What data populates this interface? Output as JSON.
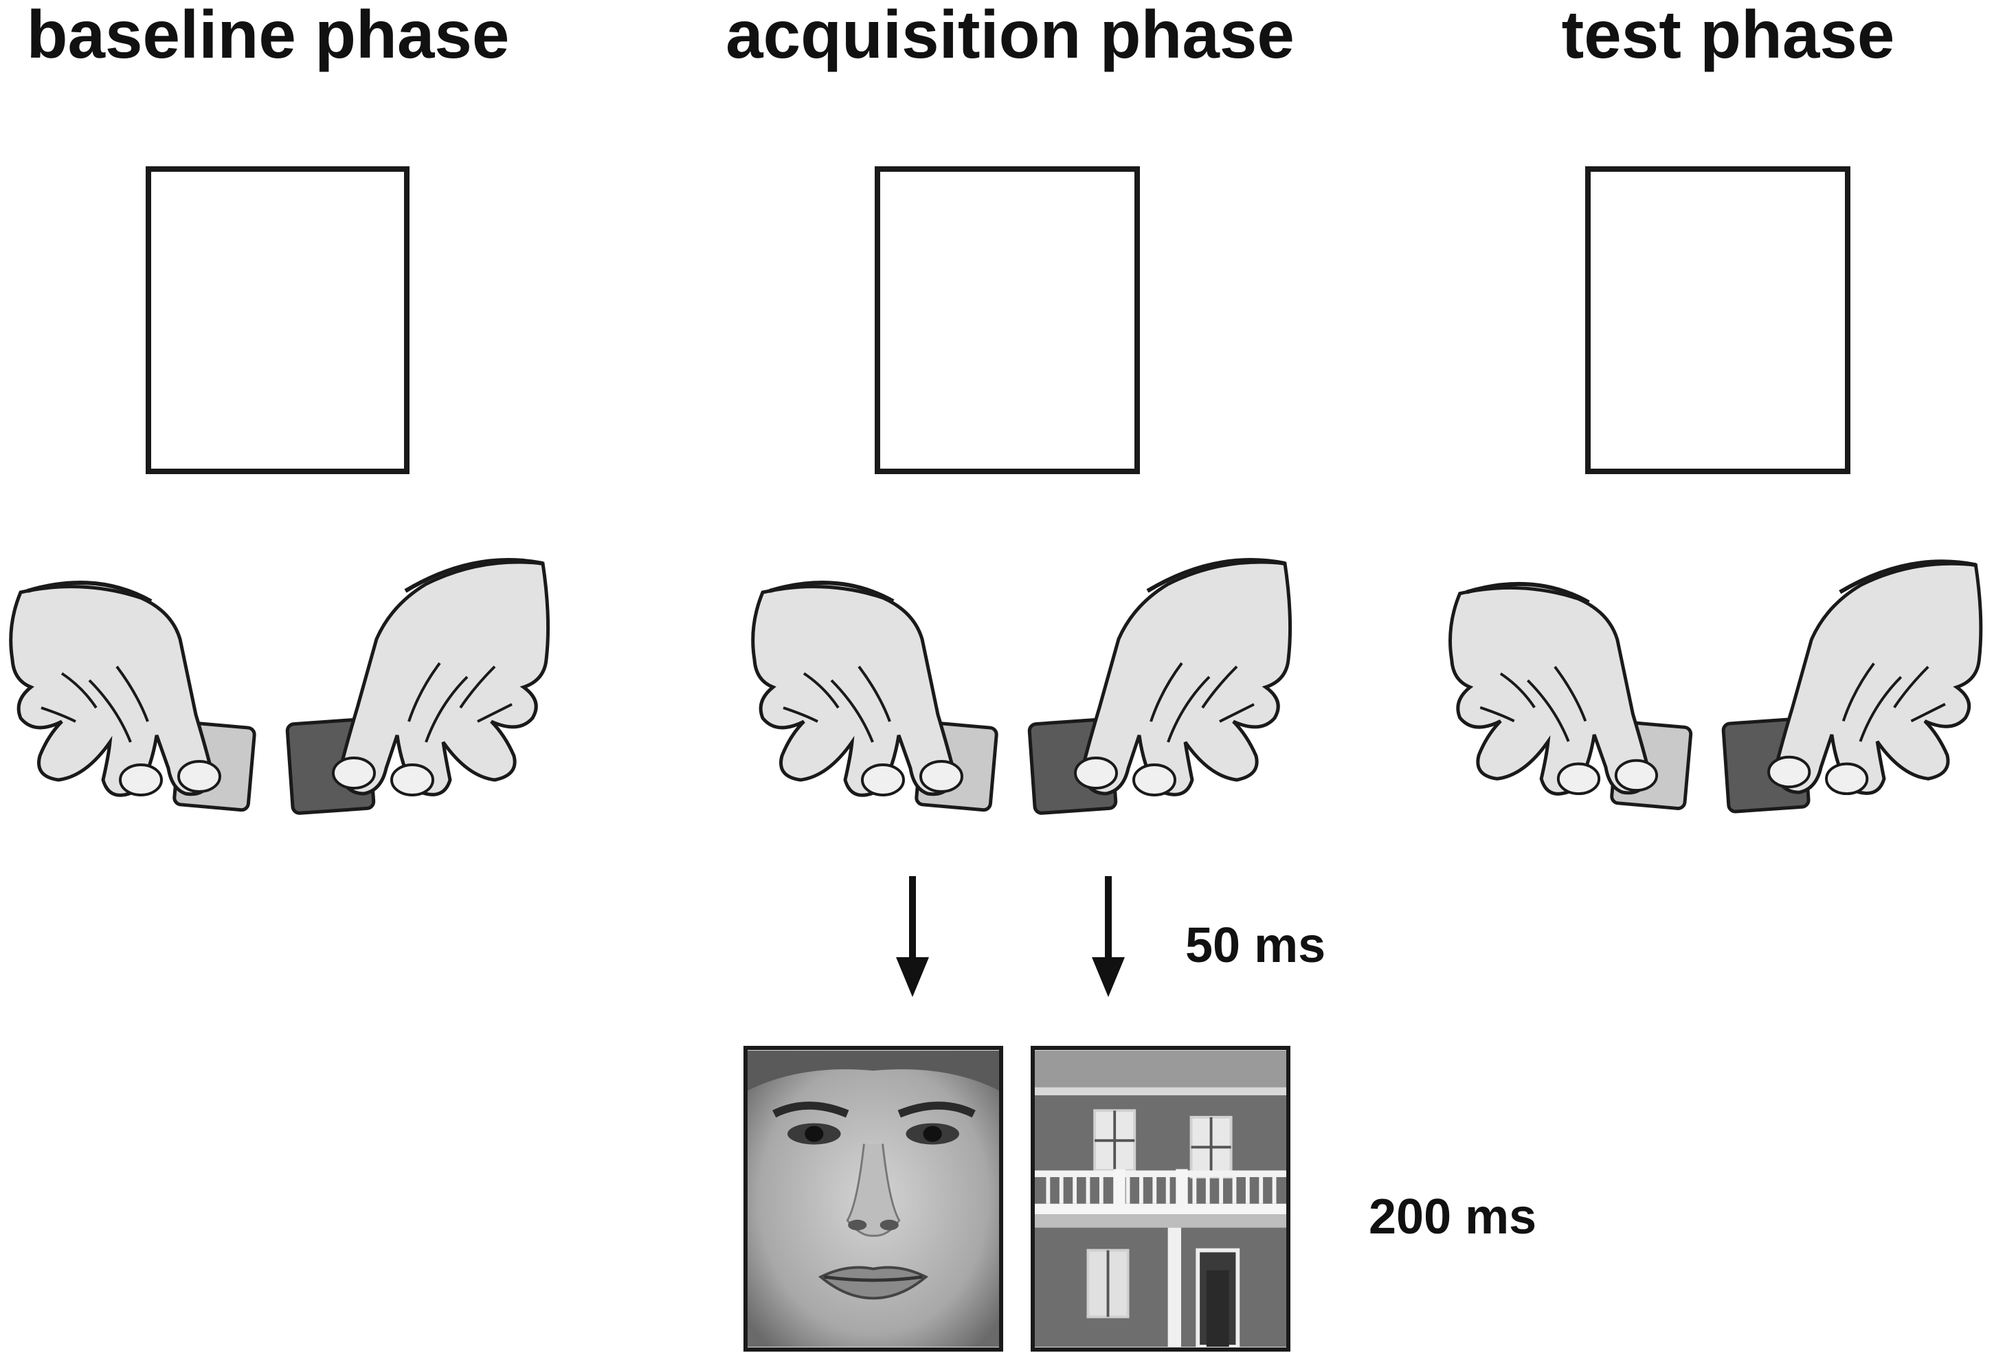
{
  "phases": [
    {
      "title": "baseline phase"
    },
    {
      "title": "acquisition phase"
    },
    {
      "title": "test phase"
    }
  ],
  "timings": {
    "first": "50 ms",
    "second": "200 ms"
  },
  "icons": {
    "left_hand": "left-hand-pressing-button-icon",
    "right_hand": "right-hand-pressing-button-icon",
    "arrow": "down-arrow-icon"
  },
  "stimuli": [
    {
      "kind": "face-photo"
    },
    {
      "kind": "house-photo"
    }
  ],
  "colors": {
    "stroke": "#1a1a1a",
    "hand_fill": "#e2e2e2",
    "light_button": "#c9c9c9",
    "dark_button": "#5a5a5a"
  }
}
